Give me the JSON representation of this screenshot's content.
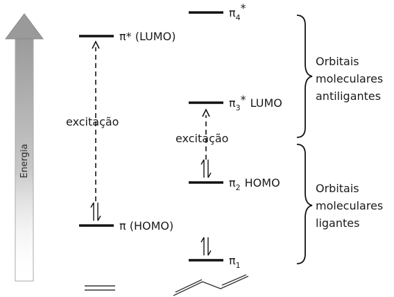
{
  "diagram": {
    "energy_axis_label": "Energia",
    "ethylene": {
      "lumo_label": "π* (LUMO)",
      "homo_label": "π (HOMO)",
      "excitation_label": "excitação"
    },
    "butadiene": {
      "pi4_base": "π",
      "pi4_sub": "4",
      "pi4_sup": "*",
      "pi3_base": "π",
      "pi3_sub": "3",
      "pi3_sup": "*",
      "pi3_tag": "LUMO",
      "pi2_base": "π",
      "pi2_sub": "2",
      "pi2_tag": "HOMO",
      "pi1_base": "π",
      "pi1_sub": "1",
      "excitation_label": "excitação"
    },
    "groups": {
      "antibonding": [
        "Orbitais",
        "moleculares",
        "antiligantes"
      ],
      "bonding": [
        "Orbitais",
        "moleculares",
        "ligantes"
      ]
    }
  }
}
